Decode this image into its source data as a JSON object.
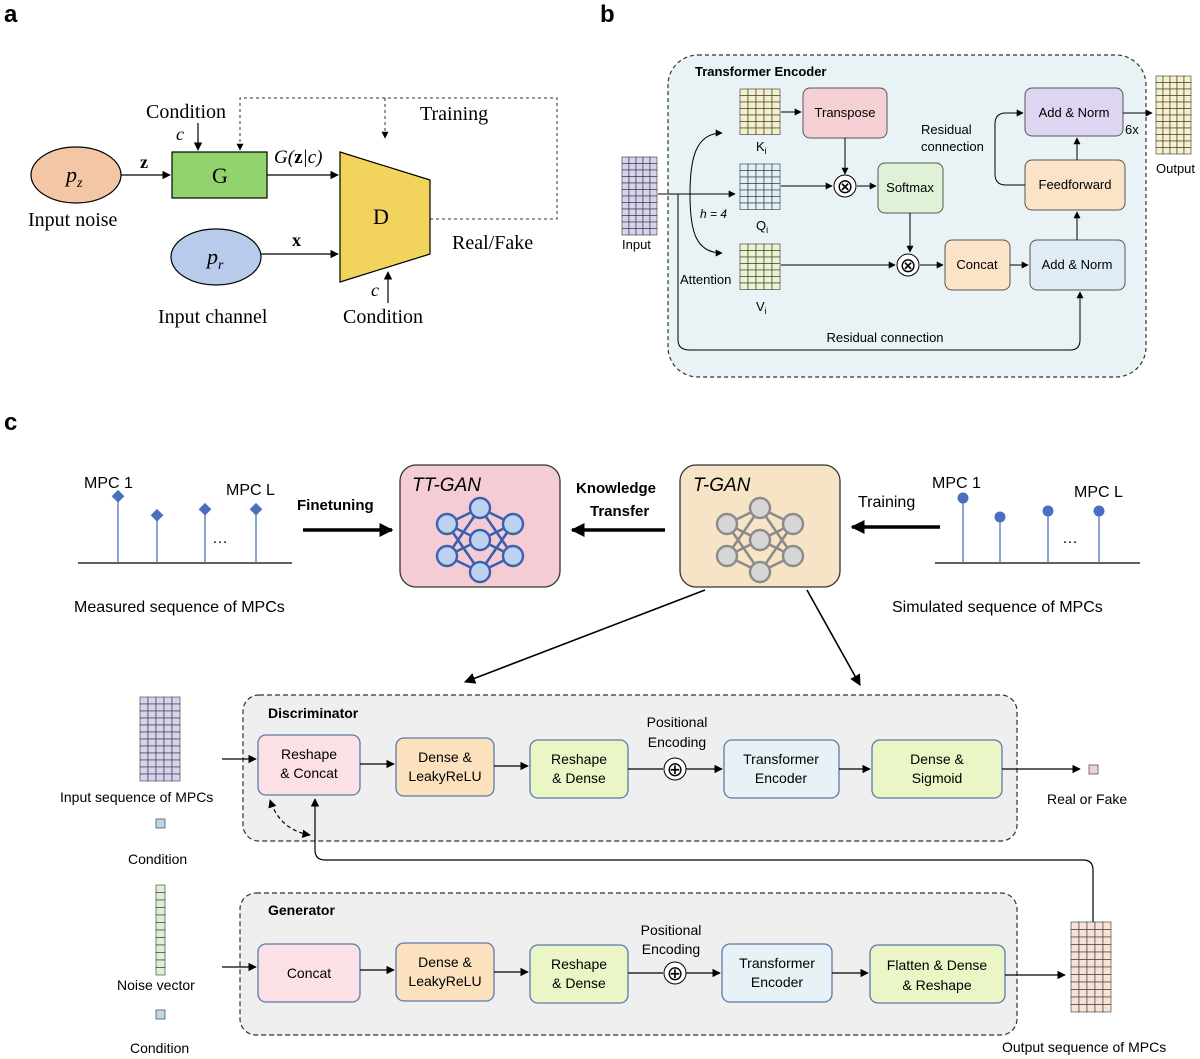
{
  "panel_labels": {
    "a": "a",
    "b": "b",
    "c": "c"
  },
  "panel_a": {
    "pz": "p",
    "pz_sub": "z",
    "input_noise": "Input noise",
    "z": "z",
    "condition_top": "Condition",
    "c": "c",
    "G": "G",
    "Gz_prefix": "G(",
    "Gz_bold": "z",
    "Gz_suffix": "|c)",
    "training": "Training",
    "D": "D",
    "real_fake": "Real/Fake",
    "pr": "p",
    "pr_sub": "r",
    "x": "x",
    "input_channel": "Input channel",
    "condition_bottom": "Condition"
  },
  "panel_b": {
    "title": "Transformer Encoder",
    "input": "Input",
    "h": "h = 4",
    "attention": "Attention",
    "K": "K",
    "Q": "Q",
    "V": "V",
    "i": "i",
    "transpose": "Transpose",
    "softmax": "Softmax",
    "concat": "Concat",
    "add_norm_low": "Add & Norm",
    "feedforward": "Feedforward",
    "add_norm_top": "Add & Norm",
    "residual_1": "Residual",
    "residual_2": "connection",
    "six_x": "6x",
    "output": "Output",
    "residual_bottom": "Residual connection",
    "otimes": "⊗"
  },
  "panel_c": {
    "mpc1_left": "MPC 1",
    "mpcL_left": "MPC L",
    "dots": "…",
    "measured": "Measured sequence of MPCs",
    "finetuning": "Finetuning",
    "tt_gan": "TT-GAN",
    "knowledge": "Knowledge",
    "transfer": "Transfer",
    "t_gan": "T-GAN",
    "training": "Training",
    "mpc1_right": "MPC 1",
    "mpcL_right": "MPC L",
    "simulated": "Simulated sequence of MPCs",
    "discriminator": "Discriminator",
    "generator": "Generator",
    "d_blocks": [
      [
        "Reshape",
        "& Concat"
      ],
      [
        "Dense &",
        "LeakyReLU"
      ],
      [
        "Reshape",
        "& Dense"
      ],
      [
        "Transformer",
        "Encoder"
      ],
      [
        "Dense &",
        "Sigmoid"
      ]
    ],
    "g_blocks": [
      [
        "Concat"
      ],
      [
        "Dense &",
        "LeakyReLU"
      ],
      [
        "Reshape",
        "& Dense"
      ],
      [
        "Transformer",
        "Encoder"
      ],
      [
        "Flatten & Dense",
        "& Reshape"
      ]
    ],
    "pos_enc_1": "Positional",
    "pos_enc_2": "Encoding",
    "oplus": "⊕",
    "input_seq": "Input sequence of MPCs",
    "condition_d": "Condition",
    "real_or_fake": "Real or Fake",
    "noise_vector": "Noise vector",
    "condition_g": "Condition",
    "output_seq": "Output sequence of MPCs"
  },
  "colors": {
    "pz_fill": "#f3c6a5",
    "pr_fill": "#b8cbec",
    "G_fill": "#92d36e",
    "D_fill": "#f2d45c",
    "encoder_bg": "#e9f2f4",
    "transpose": "#f4cfd4",
    "softmax": "#dff2d8",
    "concat": "#fbe3c8",
    "addnorm_low": "#dfecf5",
    "feedforward": "#fbe3c8",
    "addnorm_top": "#ded6f0",
    "tt_gan": "#f4ccd4",
    "t_gan": "#f7e3c5",
    "blue_net": "#3c5fb0",
    "gray_net": "#8b8b8b",
    "panel_bg": "#efefef",
    "blk_pink": "#fbe0e5",
    "blk_orange": "#fbe1bd",
    "blk_green": "#eaf6c6",
    "blk_blue": "#e8f2f6"
  }
}
